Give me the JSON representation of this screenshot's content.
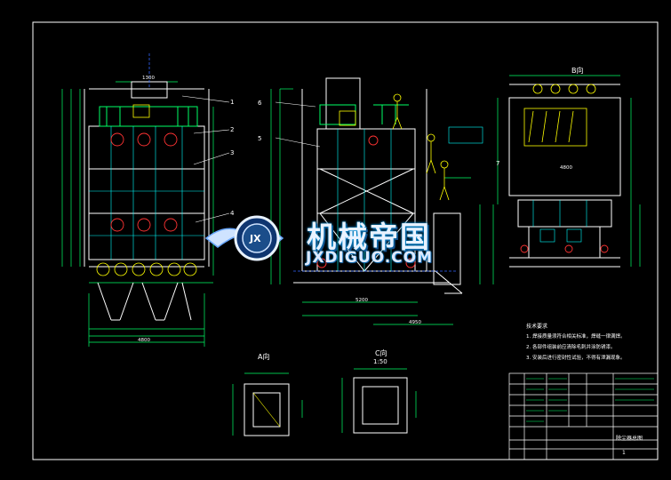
{
  "drawing": {
    "background": "#000000",
    "line_colors": {
      "frame": "#ffffff",
      "structure": "#ffffff",
      "dimension": "#00ff66",
      "hidden": "#00ffff",
      "detail": "#ffff00",
      "accent": "#ff3333",
      "blue": "#3366ff"
    }
  },
  "views": {
    "section_b": "B向",
    "section_a": "A向",
    "section_c": "C向",
    "c_scale": "1:50"
  },
  "dimensions": {
    "front_width": "4800",
    "front_top": "1300",
    "side_bottom": "5200",
    "side_right": "4950",
    "right_width": "4800"
  },
  "callouts": [
    "1",
    "2",
    "3",
    "4",
    "5",
    "6",
    "7"
  ],
  "watermark": {
    "cn": "机械帝国",
    "en": "JXDIGUO.COM",
    "logo_letters": "JX"
  },
  "tech_notes": {
    "title": "技术要求",
    "lines": [
      "1. 焊接质量须符合相关标准，焊缝一律满焊。",
      "2. 各部件组装前应清除毛刺并涂防锈漆。",
      "3. 安装后进行密封性试验，不得有泄漏现象。"
    ]
  },
  "title_block": {
    "name": "除尘器总图",
    "sheet": "1"
  }
}
